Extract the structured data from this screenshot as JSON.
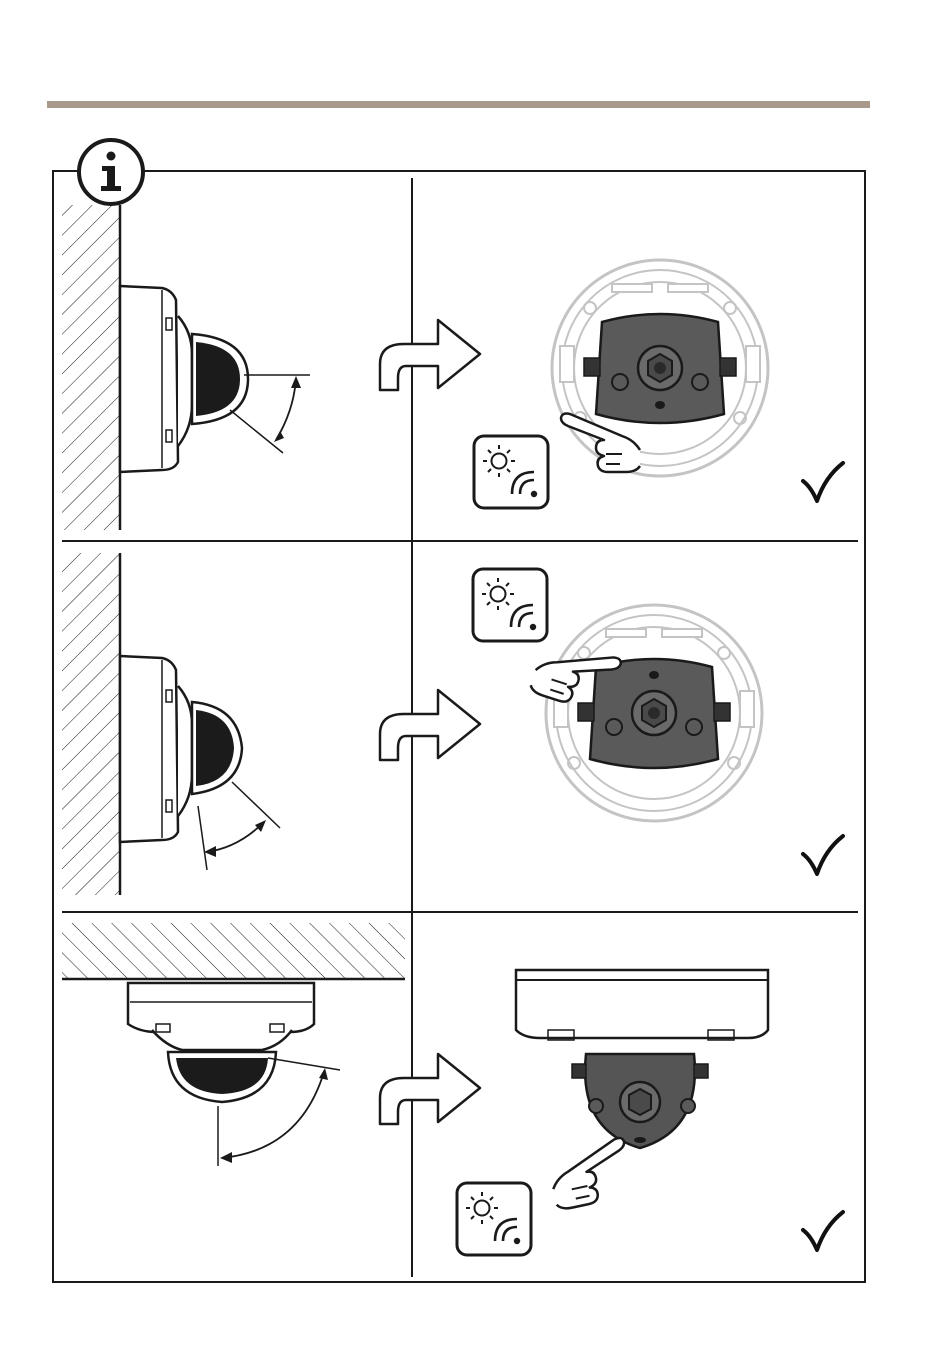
{
  "colors": {
    "header_rule": "#a8998a",
    "frame": "#1a1a1a",
    "camera_dark": "#555555",
    "dome": "#1b1b1b",
    "faded_housing": "#b9b9b9",
    "check": "#111111"
  },
  "icons": {
    "info": "info-icon",
    "redirect_arrow": "curved-arrow-icon",
    "light_wireless": "light-sensor-wireless-icon",
    "hand": "pointing-hand-icon",
    "check": "checkmark-icon"
  },
  "panels": [
    {
      "id": "wall-mount-tilt-up",
      "result": "ok"
    },
    {
      "id": "wall-mount-tilt-down",
      "result": "ok"
    },
    {
      "id": "ceiling-mount",
      "result": "ok"
    }
  ]
}
